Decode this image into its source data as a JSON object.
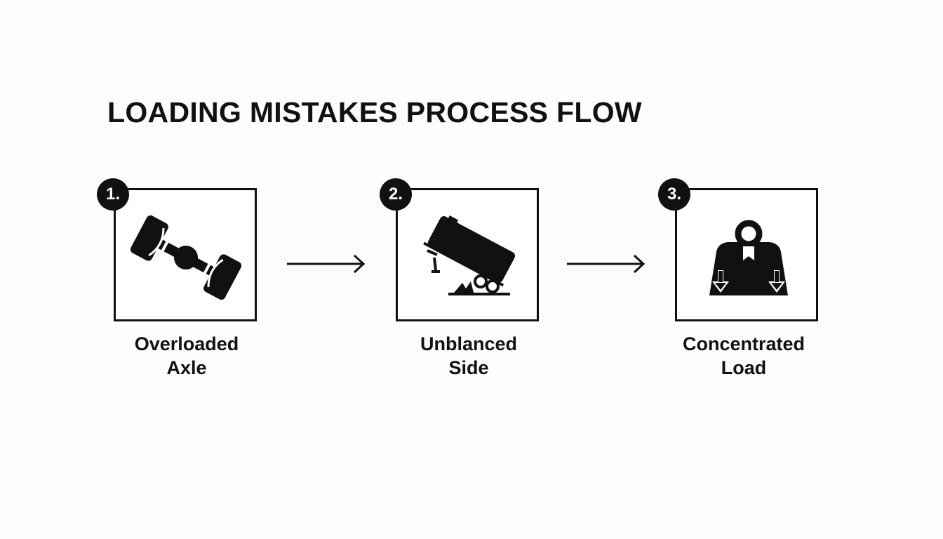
{
  "title": "LOADING MISTAKES PROCESS FLOW",
  "steps": [
    {
      "number": "1.",
      "label_line1": "Overloaded",
      "label_line2": "Axle",
      "icon": "overloaded-axle-icon"
    },
    {
      "number": "2.",
      "label_line1": "Unblanced",
      "label_line2": "Side",
      "icon": "tipping-trailer-icon"
    },
    {
      "number": "3.",
      "label_line1": "Concentrated",
      "label_line2": "Load",
      "icon": "weight-down-arrows-icon"
    }
  ],
  "colors": {
    "ink": "#111111",
    "background": "#fdfdfd"
  }
}
